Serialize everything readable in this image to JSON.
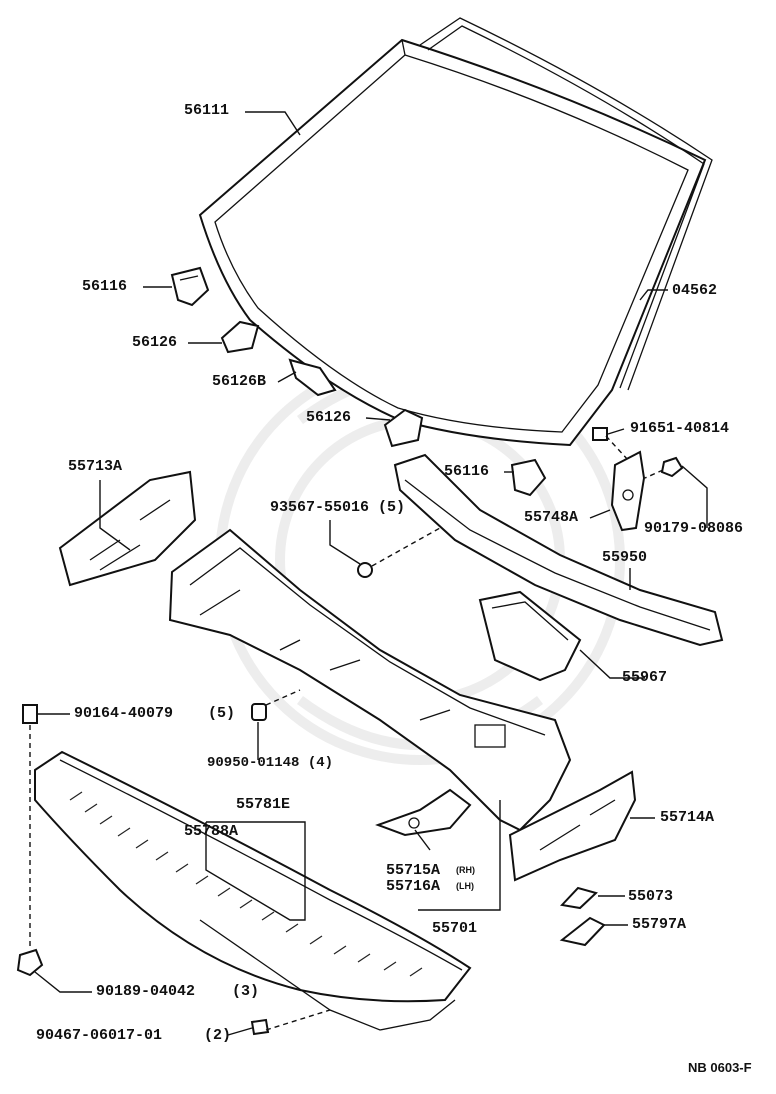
{
  "labels": {
    "p56111": "56111",
    "p04562": "04562",
    "p56116a": "56116",
    "p56126a": "56126",
    "p56126b": "56126B",
    "p56126c": "56126",
    "p91651": "91651-40814",
    "p56116b": "56116",
    "p55713a": "55713A",
    "p93567": "93567-55016 (5)",
    "p55748a": "55748A",
    "p90179": "90179-08086",
    "p55950": "55950",
    "p55967": "55967",
    "p90164": "90164-40079",
    "p90164q": "(5)",
    "p90950": "90950-01148 (4)",
    "p55781e": "55781E",
    "p55788a": "55788A",
    "p55714a": "55714A",
    "p55715a": "55715A",
    "p55715a_side": "(RH)",
    "p55716a": "55716A",
    "p55716a_side": "(LH)",
    "p55073": "55073",
    "p55797a": "55797A",
    "p55701": "55701",
    "p90189": "90189-04042",
    "p90189q": "(3)",
    "p90467": "90467-06017-01",
    "p90467q": "(2)"
  },
  "diagram_code": "NB 0603-F"
}
